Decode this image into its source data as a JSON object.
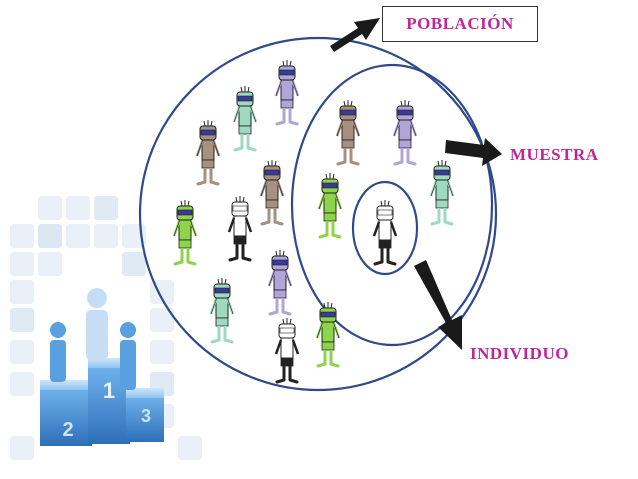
{
  "labels": {
    "poblacion": "POBLACIÓN",
    "muestra": "MUESTRA",
    "individuo": "INDIVIDUO"
  },
  "podium": {
    "places": [
      "1",
      "2",
      "3"
    ]
  },
  "figure_colors": {
    "brown": "#a89080",
    "lavender": "#b0a5d8",
    "mint": "#9fd9c0",
    "green": "#8ed44a",
    "white": "#ffffff"
  },
  "colors": {
    "label_text": "#c0259a",
    "ring_stroke": "#2f4a8a",
    "arrow_fill": "#1a1a1a",
    "podium_blue": "#2e7fc8"
  }
}
